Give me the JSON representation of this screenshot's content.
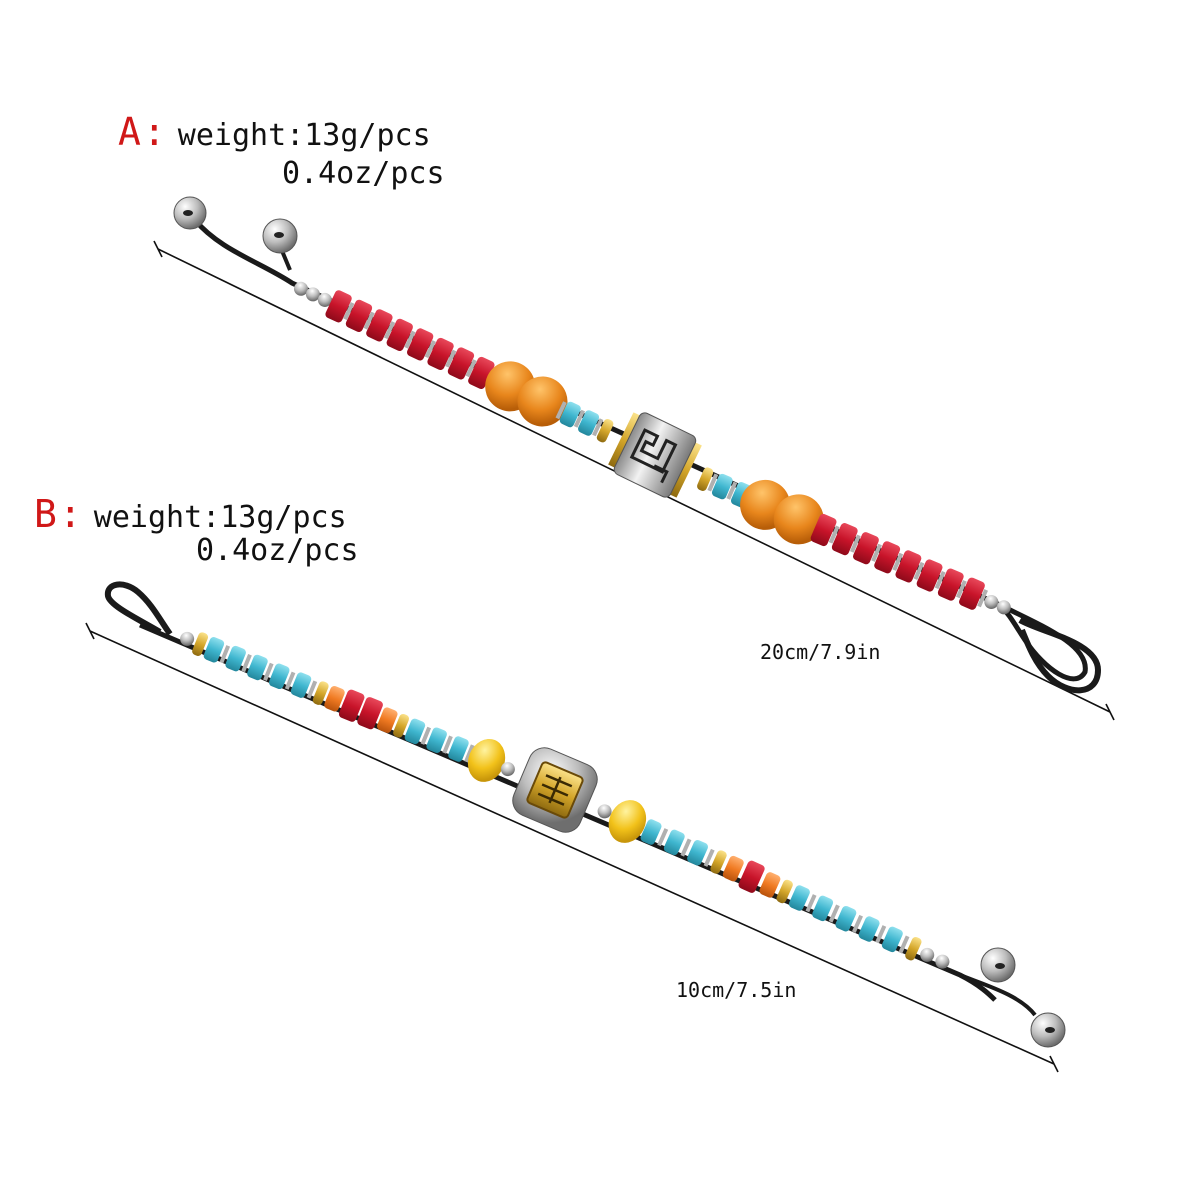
{
  "products": [
    {
      "letter": "A:",
      "weight": "weight:13g/pcs",
      "ounces": "0.4oz/pcs",
      "length": "20cm/7.9in"
    },
    {
      "letter": "B:",
      "weight": "weight:13g/pcs",
      "ounces": "0.4oz/pcs",
      "length": "10cm/7.5in"
    }
  ],
  "colors": {
    "label_letter": "#d01818",
    "text": "#111111",
    "red_bead": "#c8142a",
    "orange_bead": "#e8861c",
    "turquoise_bead": "#3fb6cf",
    "yellow_bead": "#f2c21a",
    "orange_spacer": "#f07a22",
    "gold": "#d4a62a",
    "silver": "#c8c8c8",
    "cord": "#1a1a1a"
  }
}
